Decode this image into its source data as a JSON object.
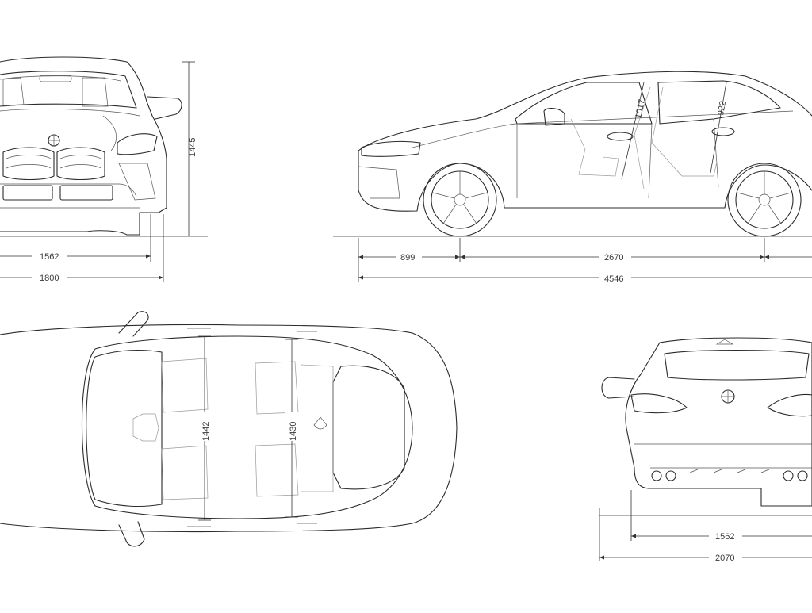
{
  "views": {
    "front": {
      "height": "1445",
      "track": "1562",
      "width": "1800"
    },
    "side": {
      "front_overhang": "899",
      "wheelbase": "2670",
      "length": "4546",
      "front_headroom": "1017",
      "rear_headroom": "922"
    },
    "top": {
      "front_shoulder": "1442",
      "rear_shoulder": "1430"
    },
    "rear": {
      "track": "1562",
      "width_mirrors": "2070"
    }
  }
}
